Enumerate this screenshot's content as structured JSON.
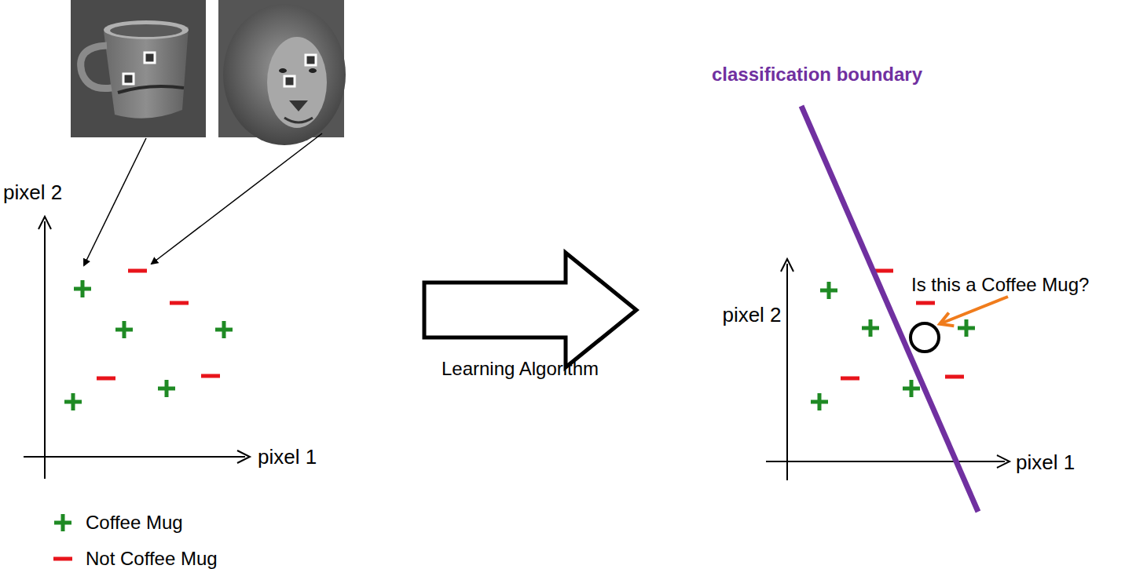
{
  "diagram": {
    "labels": [
      "pixel 2",
      "pixel 1",
      "Learning Algorithm",
      "classification boundary",
      "pixel 2",
      "pixel 1",
      "Is this a Coffee Mug?"
    ],
    "legend": [
      {
        "text": "Coffee Mug",
        "color": "#1f8a24"
      },
      {
        "text": "Not Coffee Mug",
        "color": "#e8141b"
      }
    ]
  }
}
